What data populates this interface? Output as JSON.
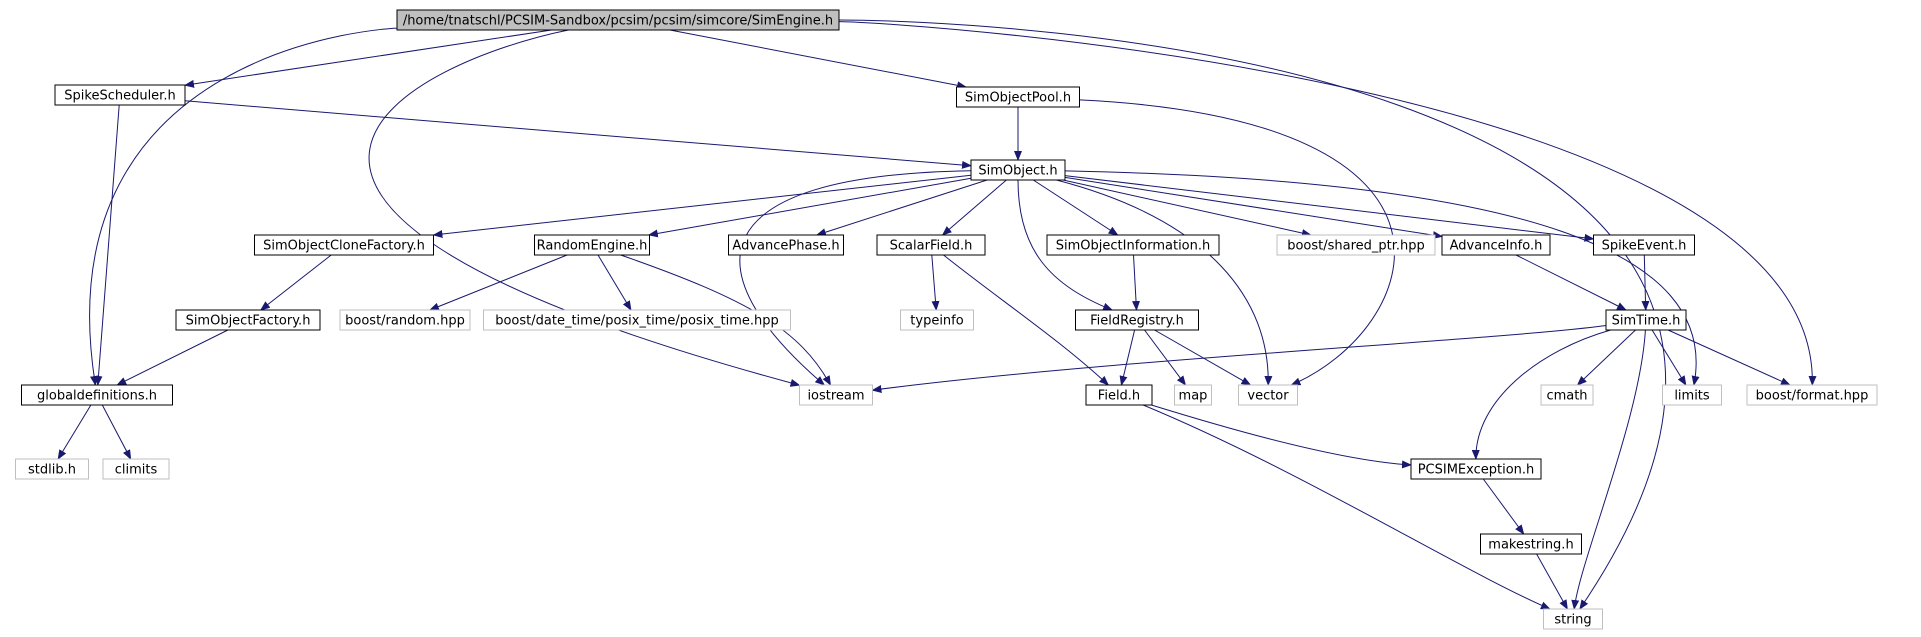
{
  "graph": {
    "colors": {
      "edge": "#191970",
      "root_fill": "#bfbfbf",
      "documented_border": "#000000",
      "external_border": "#bfbfbf",
      "label": "#000000",
      "background": "#ffffff"
    },
    "nodes": [
      {
        "id": "simengine",
        "label": "/home/tnatschl/PCSIM-Sandbox/pcsim/pcsim/simcore/SimEngine.h",
        "kind": "root"
      },
      {
        "id": "spikescheduler",
        "label": "SpikeScheduler.h",
        "kind": "documented"
      },
      {
        "id": "simobjectpool",
        "label": "SimObjectPool.h",
        "kind": "documented"
      },
      {
        "id": "simobject",
        "label": "SimObject.h",
        "kind": "documented"
      },
      {
        "id": "simobjectclonefactory",
        "label": "SimObjectCloneFactory.h",
        "kind": "documented"
      },
      {
        "id": "randomengine",
        "label": "RandomEngine.h",
        "kind": "documented"
      },
      {
        "id": "advancephase",
        "label": "AdvancePhase.h",
        "kind": "documented"
      },
      {
        "id": "scalarfield",
        "label": "ScalarField.h",
        "kind": "documented"
      },
      {
        "id": "simobjectinformation",
        "label": "SimObjectInformation.h",
        "kind": "documented"
      },
      {
        "id": "sharedptr",
        "label": "boost/shared_ptr.hpp",
        "kind": "external"
      },
      {
        "id": "advanceinfo",
        "label": "AdvanceInfo.h",
        "kind": "documented"
      },
      {
        "id": "spikeevent",
        "label": "SpikeEvent.h",
        "kind": "documented"
      },
      {
        "id": "simobjectfactory",
        "label": "SimObjectFactory.h",
        "kind": "documented"
      },
      {
        "id": "boostrandom",
        "label": "boost/random.hpp",
        "kind": "external"
      },
      {
        "id": "posixtime",
        "label": "boost/date_time/posix_time/posix_time.hpp",
        "kind": "external"
      },
      {
        "id": "typeinfo",
        "label": "typeinfo",
        "kind": "external"
      },
      {
        "id": "fieldregistry",
        "label": "FieldRegistry.h",
        "kind": "documented"
      },
      {
        "id": "simtime",
        "label": "SimTime.h",
        "kind": "documented"
      },
      {
        "id": "globaldefinitions",
        "label": "globaldefinitions.h",
        "kind": "documented"
      },
      {
        "id": "iostream",
        "label": "iostream",
        "kind": "external"
      },
      {
        "id": "field",
        "label": "Field.h",
        "kind": "documented"
      },
      {
        "id": "map",
        "label": "map",
        "kind": "external"
      },
      {
        "id": "vector",
        "label": "vector",
        "kind": "external"
      },
      {
        "id": "cmath",
        "label": "cmath",
        "kind": "external"
      },
      {
        "id": "limits",
        "label": "limits",
        "kind": "external"
      },
      {
        "id": "boostformat",
        "label": "boost/format.hpp",
        "kind": "external"
      },
      {
        "id": "stdlib",
        "label": "stdlib.h",
        "kind": "external"
      },
      {
        "id": "climits",
        "label": "climits",
        "kind": "external"
      },
      {
        "id": "pcsimexception",
        "label": "PCSIMException.h",
        "kind": "documented"
      },
      {
        "id": "makestring",
        "label": "makestring.h",
        "kind": "documented"
      },
      {
        "id": "string",
        "label": "string",
        "kind": "external"
      }
    ],
    "edges": [
      [
        "simengine",
        "spikescheduler"
      ],
      [
        "simengine",
        "simobjectpool"
      ],
      [
        "simengine",
        "globaldefinitions"
      ],
      [
        "simengine",
        "iostream"
      ],
      [
        "simengine",
        "boostformat"
      ],
      [
        "simengine",
        "string"
      ],
      [
        "spikescheduler",
        "simobject"
      ],
      [
        "spikescheduler",
        "globaldefinitions"
      ],
      [
        "simobjectpool",
        "simobject"
      ],
      [
        "simobjectpool",
        "vector"
      ],
      [
        "simobject",
        "simobjectclonefactory"
      ],
      [
        "simobject",
        "randomengine"
      ],
      [
        "simobject",
        "advancephase"
      ],
      [
        "simobject",
        "scalarfield"
      ],
      [
        "simobject",
        "simobjectinformation"
      ],
      [
        "simobject",
        "sharedptr"
      ],
      [
        "simobject",
        "advanceinfo"
      ],
      [
        "simobject",
        "spikeevent"
      ],
      [
        "simobject",
        "fieldregistry"
      ],
      [
        "simobject",
        "iostream"
      ],
      [
        "simobject",
        "vector"
      ],
      [
        "simobject",
        "limits"
      ],
      [
        "simobjectclonefactory",
        "simobjectfactory"
      ],
      [
        "simobjectfactory",
        "globaldefinitions"
      ],
      [
        "randomengine",
        "boostrandom"
      ],
      [
        "randomengine",
        "posixtime"
      ],
      [
        "randomengine",
        "iostream"
      ],
      [
        "scalarfield",
        "typeinfo"
      ],
      [
        "scalarfield",
        "field"
      ],
      [
        "simobjectinformation",
        "fieldregistry"
      ],
      [
        "fieldregistry",
        "field"
      ],
      [
        "fieldregistry",
        "map"
      ],
      [
        "fieldregistry",
        "vector"
      ],
      [
        "advanceinfo",
        "simtime"
      ],
      [
        "spikeevent",
        "simtime"
      ],
      [
        "simtime",
        "iostream"
      ],
      [
        "simtime",
        "cmath"
      ],
      [
        "simtime",
        "limits"
      ],
      [
        "simtime",
        "boostformat"
      ],
      [
        "simtime",
        "pcsimexception"
      ],
      [
        "simtime",
        "string"
      ],
      [
        "globaldefinitions",
        "stdlib"
      ],
      [
        "globaldefinitions",
        "climits"
      ],
      [
        "field",
        "pcsimexception"
      ],
      [
        "field",
        "string"
      ],
      [
        "pcsimexception",
        "makestring"
      ],
      [
        "makestring",
        "string"
      ]
    ]
  }
}
